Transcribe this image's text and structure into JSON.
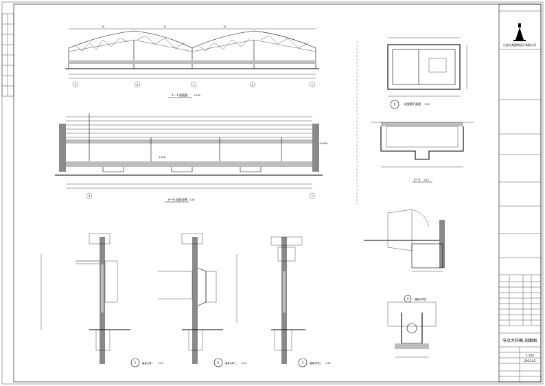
{
  "drawing": {
    "company": "江苏分类建筑设计有限公司",
    "sheet_title": "节点大样图  剖面图",
    "scale_value": "1:100",
    "date_value": "2023.03",
    "views": {
      "section_1_1": {
        "title": "1—1 剖面图",
        "scale": "1:100"
      },
      "section_a_a": {
        "title": "A—A 剖面详图",
        "scale": "1:25"
      },
      "plan_5": {
        "number": "5",
        "title": "水围墙平面图",
        "scale": "1:25"
      },
      "section_2_2": {
        "title": "2—2",
        "scale": "1:25"
      },
      "detail_1": {
        "number": "1",
        "title": "墙身大样一",
        "scale": "1:20"
      },
      "detail_2": {
        "number": "2",
        "title": "墙身大样二",
        "scale": "1:20"
      },
      "detail_3": {
        "number": "3",
        "title": "墙身大样三",
        "scale": "1:20"
      },
      "detail_4": {
        "number": "4",
        "title": "墙身大样四"
      }
    },
    "axis_labels": [
      "A",
      "B",
      "C",
      "D",
      "E"
    ],
    "dimension_labels": {
      "span_a": "10",
      "span_b": "10",
      "span_c": "10",
      "level_neg": "-1.200",
      "level_zero": "±0.000"
    }
  }
}
